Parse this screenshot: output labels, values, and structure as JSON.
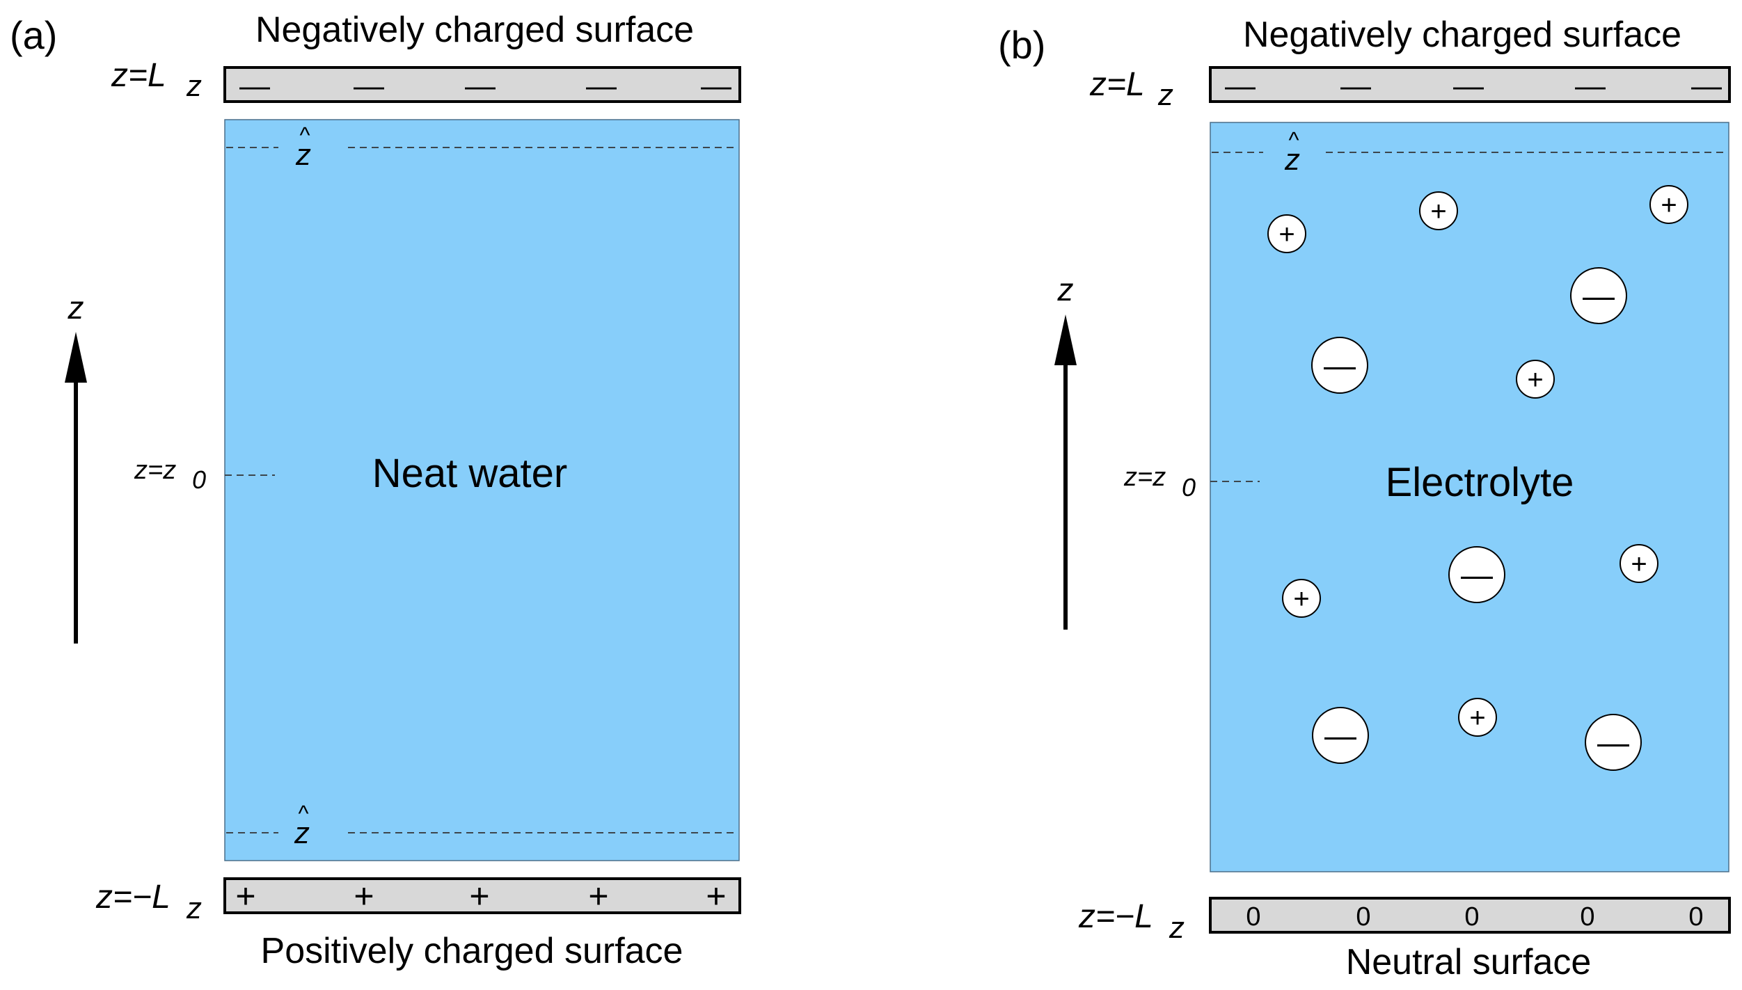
{
  "colors": {
    "water": "#87cefa",
    "plate": "#d8d8d8",
    "outline": "#000000",
    "ion_fill": "#ffffff"
  },
  "panel_a": {
    "label": "(a)",
    "top_surface_title": "Negatively charged surface",
    "bottom_surface_title": "Positively charged surface",
    "top_label": {
      "main": "z=L",
      "sub": "z"
    },
    "bottom_label": {
      "main": "z=−L",
      "sub": "z"
    },
    "mid_label": {
      "main": "z=z",
      "sub": "0"
    },
    "axis_label": "z",
    "zhat": "z",
    "hat": "^",
    "region_label": "Neat water",
    "top_charges": [
      "—",
      "—",
      "—",
      "—",
      "—"
    ],
    "bottom_charges": [
      "+",
      "+",
      "+",
      "+",
      "+"
    ]
  },
  "panel_b": {
    "label": "(b)",
    "top_surface_title": "Negatively charged surface",
    "bottom_surface_title": "Neutral surface",
    "top_label": {
      "main": "z=L",
      "sub": "z"
    },
    "bottom_label": {
      "main": "z=−L",
      "sub": "z"
    },
    "mid_label": {
      "main": "z=z",
      "sub": "0"
    },
    "axis_label": "z",
    "zhat": "z",
    "hat": "^",
    "region_label": "Electrolyte",
    "top_charges": [
      "—",
      "—",
      "—",
      "—",
      "—"
    ],
    "bottom_charges": [
      "0",
      "0",
      "0",
      "0",
      "0"
    ],
    "ions": [
      {
        "sign": "+",
        "kind": "cation"
      },
      {
        "sign": "+",
        "kind": "cation"
      },
      {
        "sign": "+",
        "kind": "cation"
      },
      {
        "sign": "—",
        "kind": "anion"
      },
      {
        "sign": "—",
        "kind": "anion"
      },
      {
        "sign": "+",
        "kind": "cation"
      },
      {
        "sign": "—",
        "kind": "anion"
      },
      {
        "sign": "+",
        "kind": "cation"
      },
      {
        "sign": "+",
        "kind": "cation"
      },
      {
        "sign": "—",
        "kind": "anion"
      },
      {
        "sign": "+",
        "kind": "cation"
      },
      {
        "sign": "—",
        "kind": "anion"
      }
    ]
  }
}
